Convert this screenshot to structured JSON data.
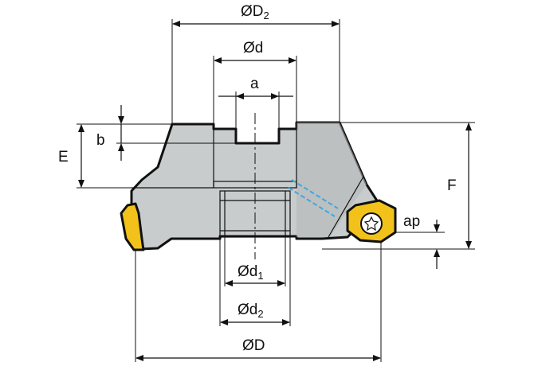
{
  "labels": {
    "D2": "ØD",
    "D2_sub": "2",
    "d": "Ød",
    "a": "a",
    "b": "b",
    "E": "E",
    "F": "F",
    "ap": "ap",
    "d1": "Ød",
    "d1_sub": "1",
    "d2": "Ød",
    "d2_sub": "2",
    "D": "ØD"
  },
  "colors": {
    "body": "#c9cccc",
    "body_shade": "#b4b8b8",
    "insert": "#f2c21a",
    "coolant": "#3fa9e0",
    "line": "#111111"
  }
}
